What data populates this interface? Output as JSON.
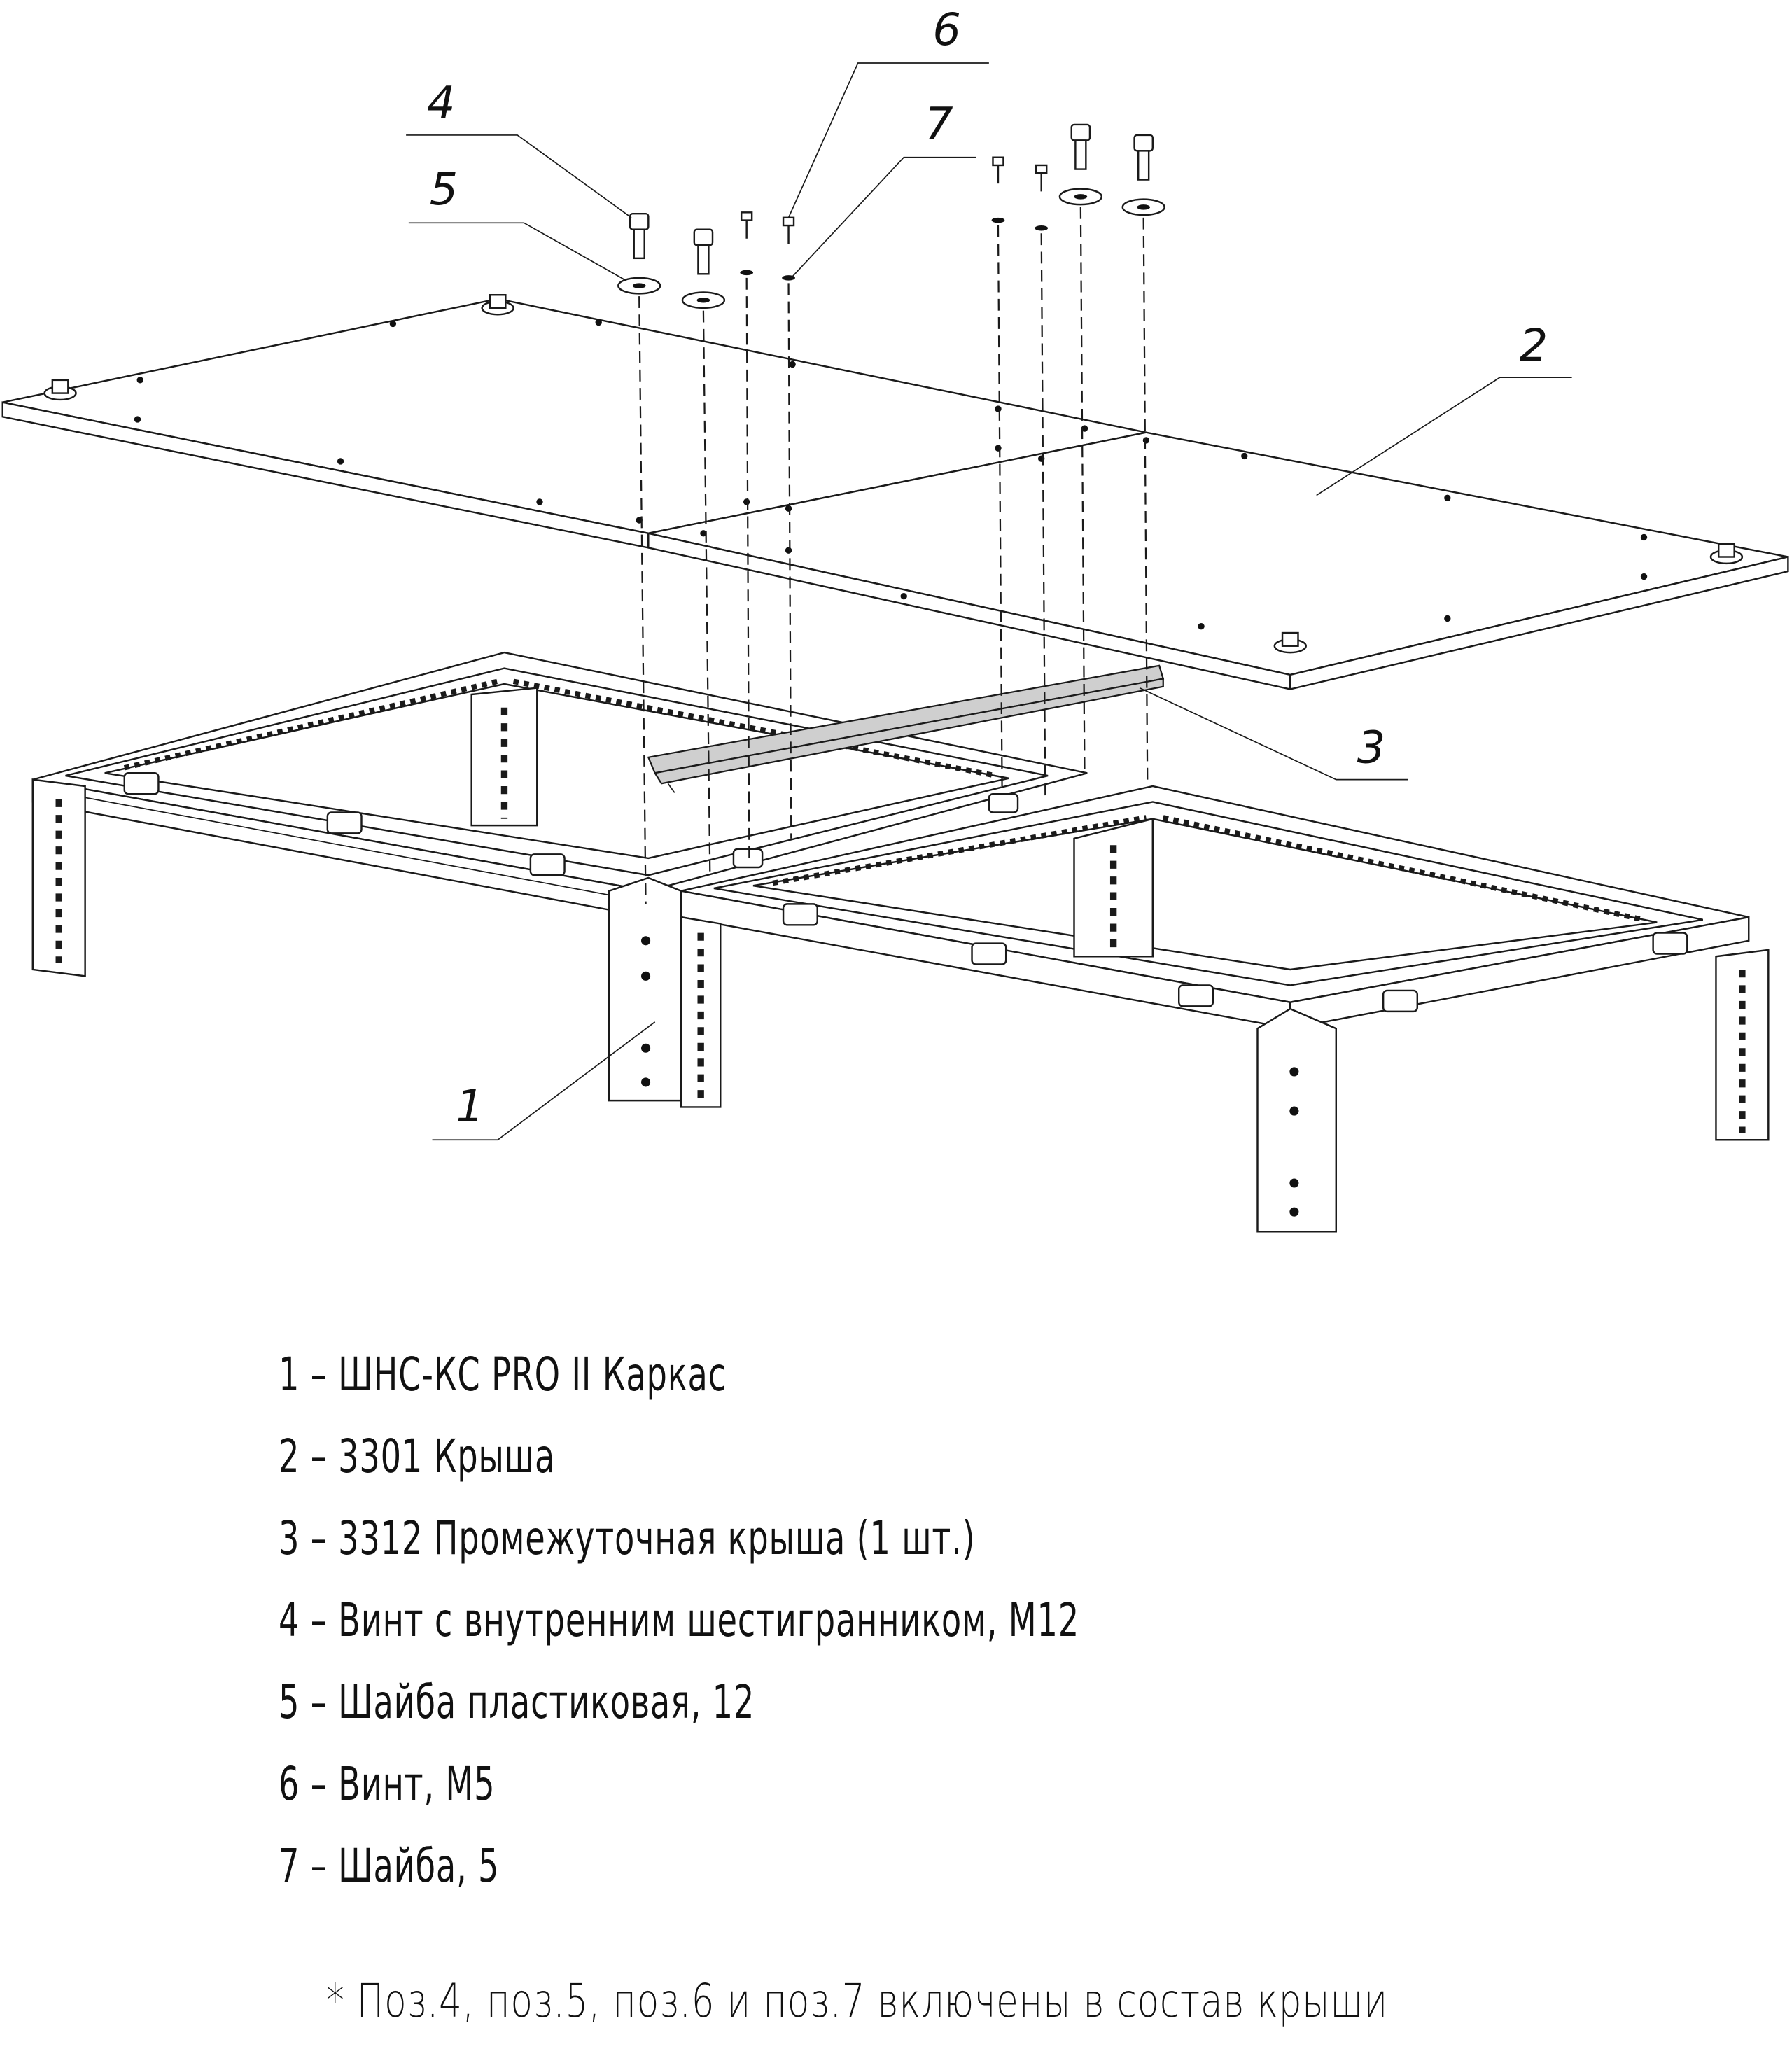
{
  "callouts": {
    "c1": "1",
    "c2": "2",
    "c3": "3",
    "c4": "4",
    "c5": "5",
    "c6": "6",
    "c7": "7"
  },
  "legend": [
    {
      "num": "1",
      "text": "1 – ШНС-КС PRO II Каркас"
    },
    {
      "num": "2",
      "text": "2 – 3301 Крыша"
    },
    {
      "num": "3",
      "text": "3 – 3312 Промежуточная крыша (1 шт.)"
    },
    {
      "num": "4",
      "text": "4 – Винт с внутренним шестигранником, М12"
    },
    {
      "num": "5",
      "text": "5 – Шайба пластиковая, 12"
    },
    {
      "num": "6",
      "text": "6 – Винт, М5"
    },
    {
      "num": "7",
      "text": "7 – Шайба, 5"
    }
  ],
  "note": "* Поз.4, поз.5, поз.6 и поз.7 включены в состав крыши"
}
